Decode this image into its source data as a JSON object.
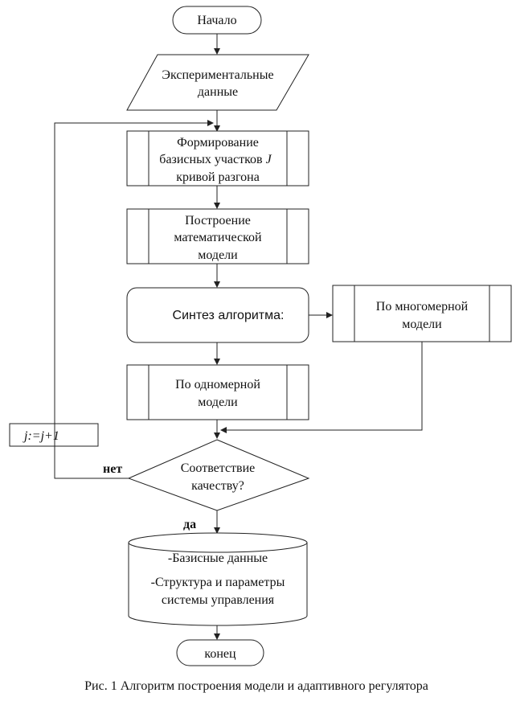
{
  "nodes": {
    "start": "Начало",
    "input_line1": "Экспериментальные",
    "input_line2": "данные",
    "form_line1": "Формирование",
    "form_line2": "базисных участков",
    "form_var": "J",
    "form_line3": "кривой разгона",
    "build_line1": "Построение",
    "build_line2": "математической",
    "build_line3": "модели",
    "synth": "Синтез алгоритма:",
    "multi_line1": "По многомерной",
    "multi_line2": "модели",
    "single_line1": "По одномерной",
    "single_line2": "модели",
    "increment": "j:=j+1",
    "decision_line1": "Соответствие",
    "decision_line2": "качеству?",
    "no_label": "нет",
    "yes_label": "да",
    "storage_line1": "-Базисные данные",
    "storage_line2": "-Структура и параметры",
    "storage_line3": "системы управления",
    "end": "конец"
  },
  "caption": "Рис. 1  Алгоритм построения модели и адаптивного регулятора"
}
